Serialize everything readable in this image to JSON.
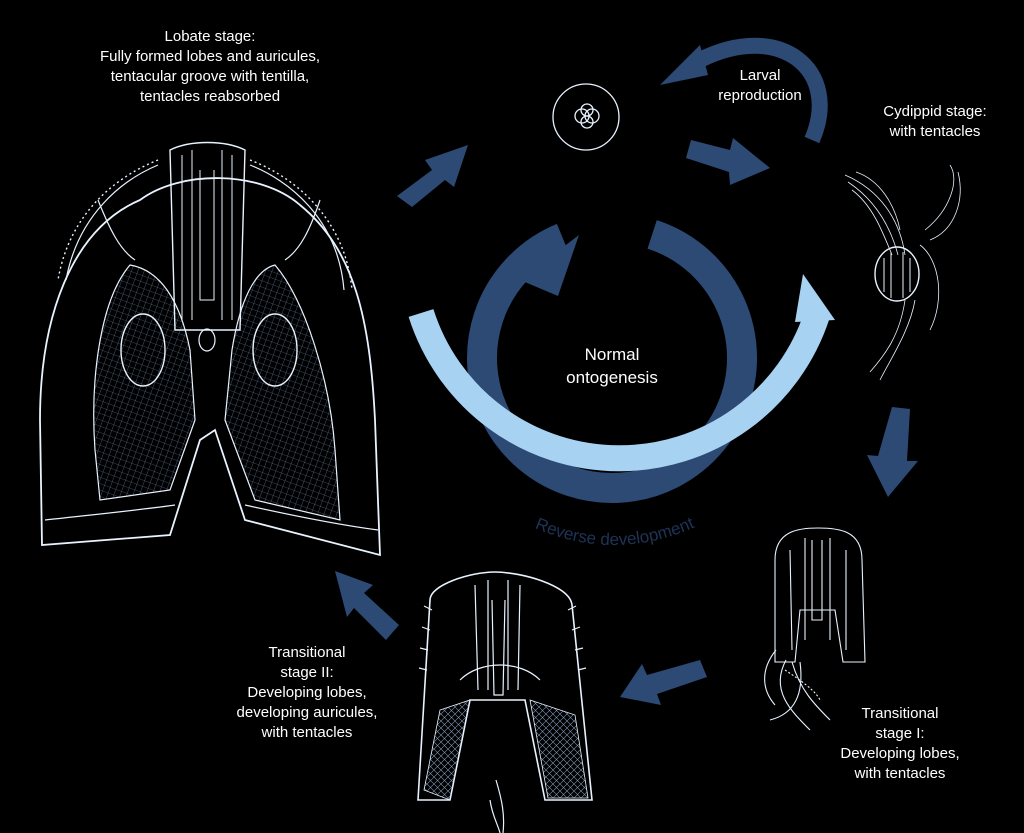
{
  "labels": {
    "lobate": [
      "Lobate stage:",
      "Fully formed lobes and auricules,",
      "tentacular groove with tentilla,",
      "tentacles reabsorbed"
    ],
    "larval": [
      "Larval",
      "reproduction"
    ],
    "cydippid": [
      "Cydippid stage:",
      "with tentacles"
    ],
    "transitional_1": [
      "Transitional",
      "stage I:",
      "Developing lobes,",
      "with tentacles"
    ],
    "transitional_2": [
      "Transitional",
      "stage II:",
      "Developing lobes,",
      "developing auricules,",
      "with tentacles"
    ],
    "normal": [
      "Normal",
      "ontogenesis"
    ],
    "reverse": "Reverse development"
  },
  "colors": {
    "background": "#000000",
    "dark_arrow": "#2c4a74",
    "light_arrow": "#a8d2f2",
    "outline": "#e8f3ff"
  },
  "icons": [
    "egg-icon",
    "cydippid-larva-icon",
    "transitional-stage-1-icon",
    "transitional-stage-2-icon",
    "lobate-ctenophore-icon"
  ]
}
